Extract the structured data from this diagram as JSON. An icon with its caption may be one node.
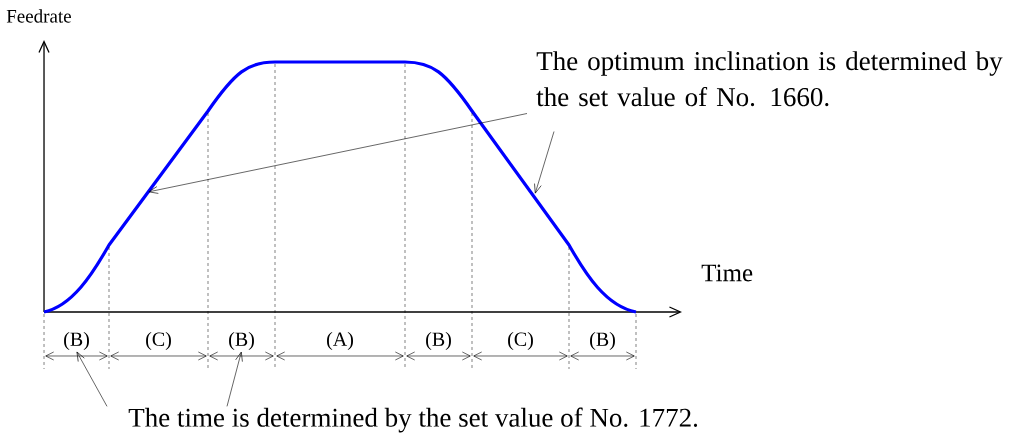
{
  "diagram": {
    "nodes": [
      {
        "text": [
          "The optimum inclination is determined by the set value of No. 1660."
        ]
      },
      {
        "text": [
          "The time is determined by the set value of No. 1772."
        ]
      },
      {
        "text": [
          "(B)"
        ]
      },
      {
        "text": [
          "(B)"
        ]
      }
    ],
    "edges": [
      {
        "from": 0,
        "to": null,
        "arrow": "to"
      },
      {
        "from": 0,
        "to": null,
        "arrow": "to"
      },
      {
        "from": 1,
        "to": 2,
        "arrow": "to"
      },
      {
        "from": 1,
        "to": 3,
        "arrow": "to"
      }
    ],
    "labels": [
      "Feedrate",
      "Time",
      "(C)",
      "(A)",
      "(B)",
      "(C)",
      "(B)"
    ]
  }
}
